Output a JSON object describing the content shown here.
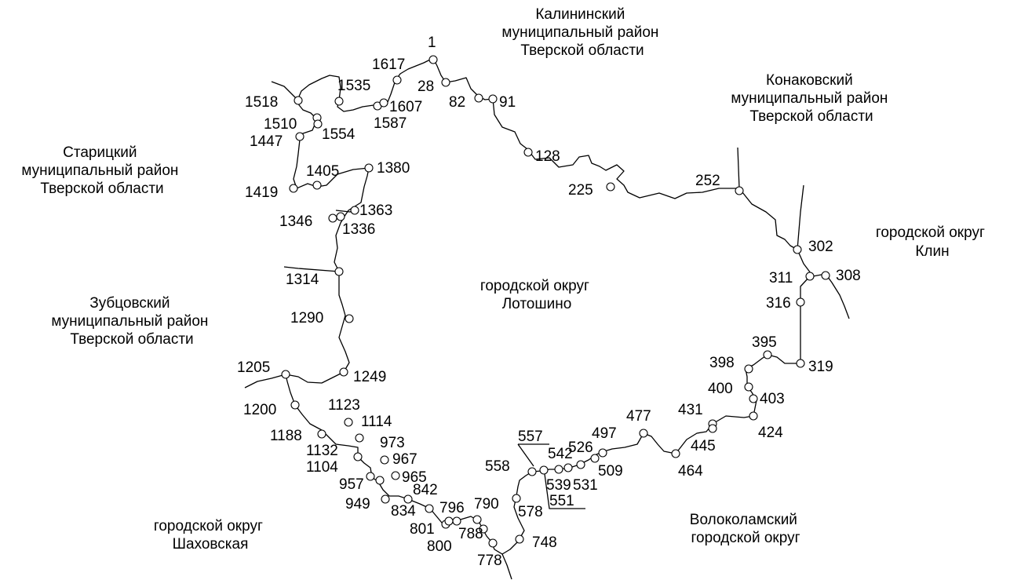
{
  "regions": {
    "kalinin": [
      "Калининский",
      "муниципальный район",
      "Тверской области"
    ],
    "konakovo": [
      "Конаковский",
      "муниципальный район",
      "Тверской области"
    ],
    "staritsa": [
      "Старицкий",
      "муниципальный район",
      "Тверской области"
    ],
    "klin": [
      "городской округ",
      "Клин"
    ],
    "lotoshino": [
      "городской округ",
      "Лотошино"
    ],
    "zubtsov": [
      "Зубцовский",
      "муниципальный район",
      "Тверской области"
    ],
    "shakhovskaya": [
      "городской округ",
      "Шаховская"
    ],
    "volokolamsk": [
      "Волоколамский",
      "городской округ"
    ]
  },
  "points": [
    "1",
    "28",
    "82",
    "91",
    "128",
    "225",
    "252",
    "302",
    "308",
    "311",
    "316",
    "319",
    "395",
    "398",
    "400",
    "403",
    "424",
    "431",
    "445",
    "464",
    "477",
    "497",
    "509",
    "526",
    "531",
    "539",
    "542",
    "551",
    "557",
    "558",
    "578",
    "748",
    "778",
    "788",
    "790",
    "796",
    "800",
    "801",
    "834",
    "842",
    "949",
    "957",
    "965",
    "967",
    "973",
    "1104",
    "1114",
    "1123",
    "1132",
    "1188",
    "1200",
    "1205",
    "1249",
    "1290",
    "1314",
    "1336",
    "1346",
    "1363",
    "1380",
    "1405",
    "1419",
    "1447",
    "1510",
    "1518",
    "1535",
    "1554",
    "1587",
    "1607",
    "1617"
  ]
}
